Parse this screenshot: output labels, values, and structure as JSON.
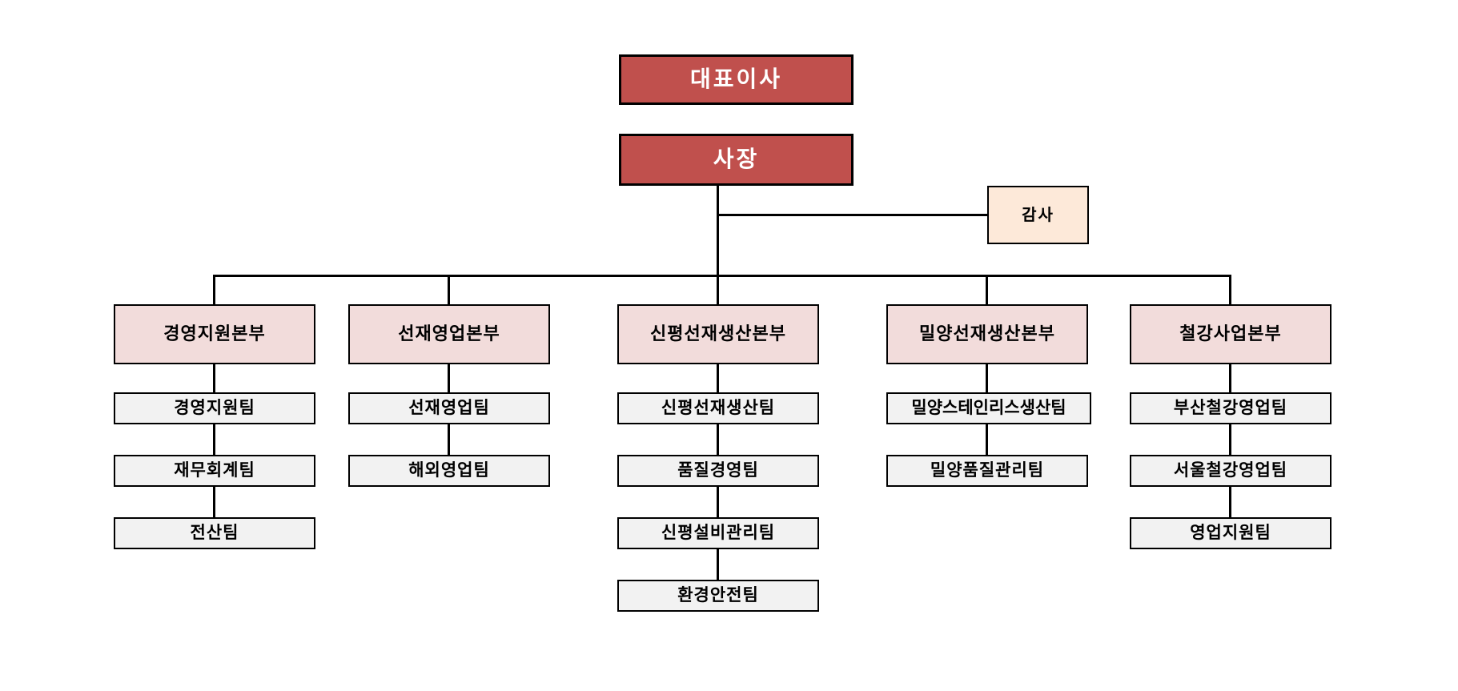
{
  "chart": {
    "ceo": "대표이사",
    "president": "사장",
    "auditor": "감사",
    "divisions": [
      {
        "name": "경영지원본부",
        "teams": [
          "경영지원팀",
          "재무회계팀",
          "전산팀"
        ]
      },
      {
        "name": "선재영업본부",
        "teams": [
          "선재영업팀",
          "해외영업팀"
        ]
      },
      {
        "name": "신평선재생산본부",
        "teams": [
          "신평선재생산팀",
          "품질경영팀",
          "신평설비관리팀",
          "환경안전팀"
        ]
      },
      {
        "name": "밀양선재생산본부",
        "teams": [
          "밀양스테인리스생산팀",
          "밀양품질관리팀"
        ]
      },
      {
        "name": "철강사업본부",
        "teams": [
          "부산철강영업팀",
          "서울철강영업팀",
          "영업지원팀"
        ]
      }
    ]
  },
  "colors": {
    "executive_bg": "#C0504D",
    "executive_text": "#ffffff",
    "audit_bg": "#FDE9D9",
    "division_bg": "#F2DCDB",
    "team_bg": "#F2F2F2",
    "border_and_lines": "#000000",
    "background": "#ffffff"
  }
}
